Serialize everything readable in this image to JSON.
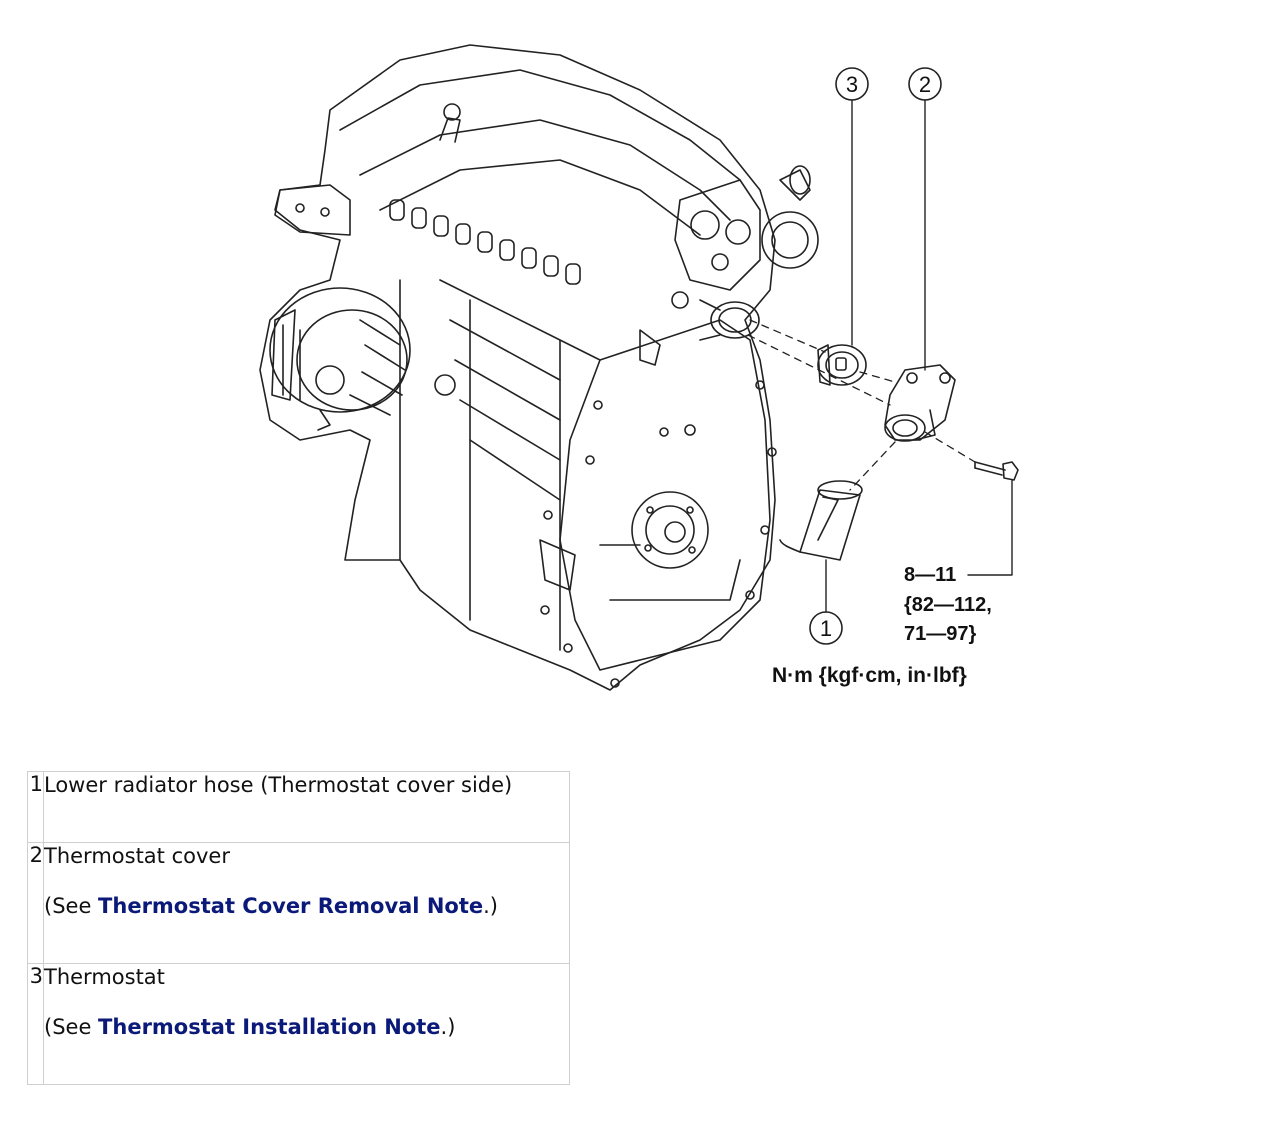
{
  "diagram": {
    "callouts": [
      "3",
      "2",
      "1"
    ],
    "torque": {
      "line1": "8—11",
      "line2": "{82—112,",
      "line3": "71—97}"
    },
    "units": "N·m {kgf·cm, in·lbf}"
  },
  "parts_table": {
    "rows": [
      {
        "num": "1",
        "title": "Lower radiator hose (Thermostat cover side)"
      },
      {
        "num": "2",
        "title": "Thermostat cover",
        "note_prefix": "(See ",
        "link": "Thermostat Cover Removal Note",
        "note_suffix": ".)"
      },
      {
        "num": "3",
        "title": "Thermostat",
        "note_prefix": "(See ",
        "link": "Thermostat Installation Note",
        "note_suffix": ".)"
      }
    ]
  }
}
